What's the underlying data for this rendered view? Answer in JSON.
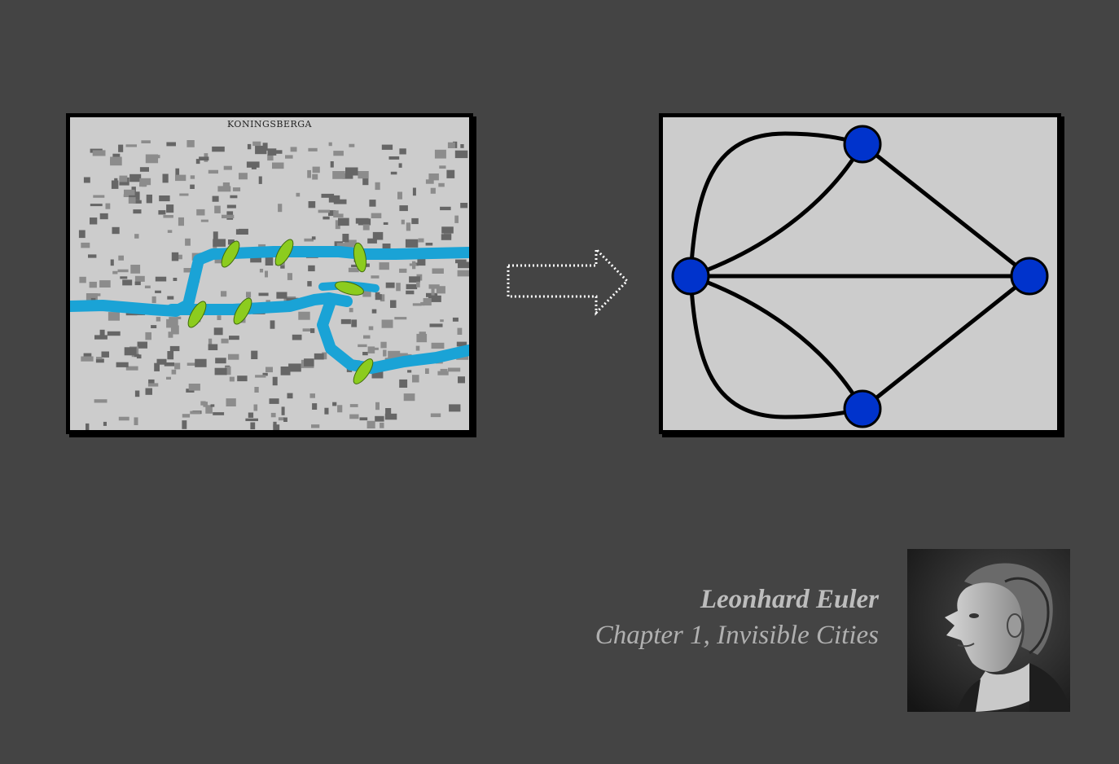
{
  "map": {
    "title": "KONINGSBERGA",
    "river_color": "#1aa3d6",
    "bridge_color": "#8ccc1e",
    "bridge_count": 7
  },
  "arrow": {
    "style": "dotted-outline",
    "color": "#ffffff"
  },
  "graph": {
    "node_color": "#0033cc",
    "edge_color": "#000000",
    "node_count": 4,
    "edge_count": 7
  },
  "caption": {
    "name": "Leonhard Euler",
    "subtitle": "Chapter 1, Invisible Cities"
  },
  "portrait": {
    "subject": "engraved-profile-portrait"
  }
}
